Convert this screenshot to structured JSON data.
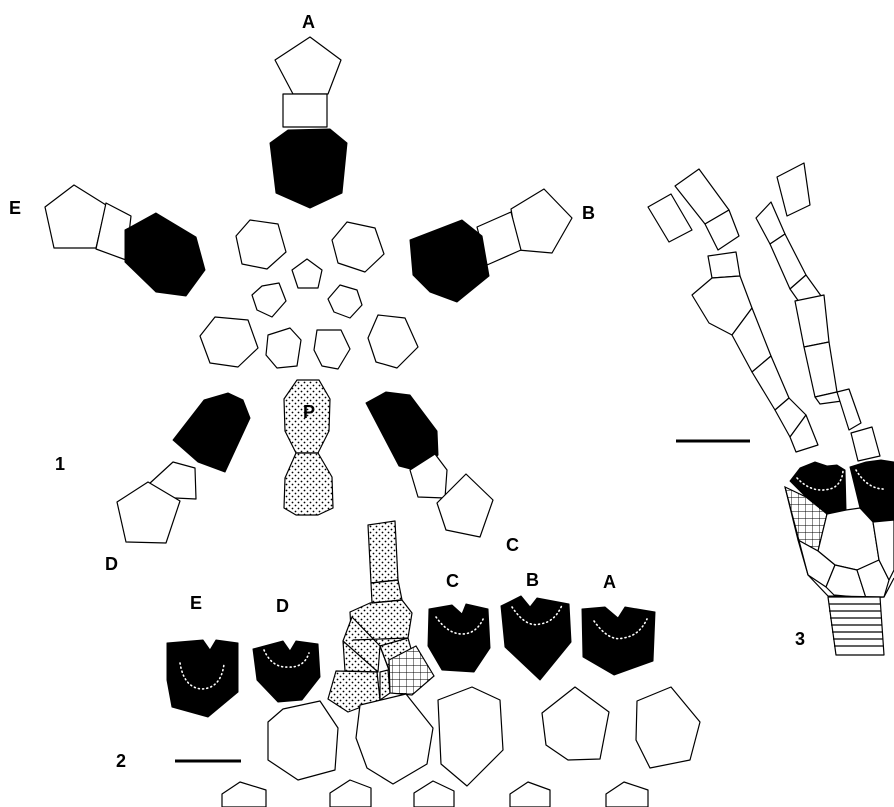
{
  "figure_parts": {
    "part_1": "1",
    "part_2": "2",
    "part_3": "3"
  },
  "part1_labels": {
    "ray_A": "A",
    "ray_B": "B",
    "ray_C": "C",
    "ray_D": "D",
    "ray_E": "E",
    "plate_P": "P"
  },
  "part2_labels": {
    "A": "A",
    "B": "B",
    "C": "C",
    "D": "D",
    "E": "E"
  },
  "colors": {
    "outline": "#000000",
    "radial_plate": "#000000",
    "background": "#ffffff"
  }
}
